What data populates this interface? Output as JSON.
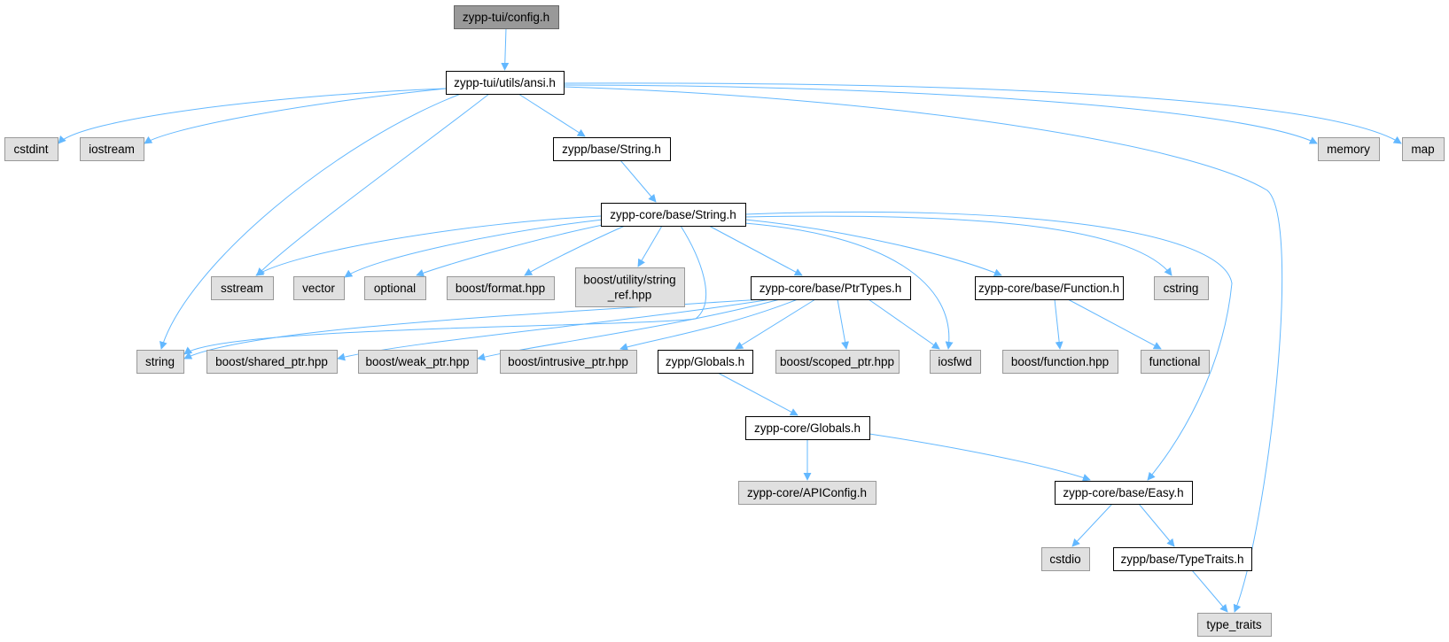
{
  "graph": {
    "colors": {
      "edge": "#63b8ff",
      "root_fill": "#999999",
      "root_border": "#666666",
      "node_fill": "#ffffff",
      "node_border": "#000000",
      "external_fill": "#e0e0e0",
      "external_border": "#999999"
    },
    "nodes": [
      {
        "id": "config",
        "kind": "root",
        "lines": [
          "zypp-tui/config.h"
        ]
      },
      {
        "id": "ansi",
        "kind": "node",
        "lines": [
          "zypp-tui/utils/ansi.h"
        ]
      },
      {
        "id": "cstdint",
        "kind": "external",
        "lines": [
          "cstdint"
        ]
      },
      {
        "id": "iostream",
        "kind": "external",
        "lines": [
          "iostream"
        ]
      },
      {
        "id": "zypp_string",
        "kind": "node",
        "lines": [
          "zypp/base/String.h"
        ]
      },
      {
        "id": "memory",
        "kind": "external",
        "lines": [
          "memory"
        ]
      },
      {
        "id": "map",
        "kind": "external",
        "lines": [
          "map"
        ]
      },
      {
        "id": "core_string",
        "kind": "node",
        "lines": [
          "zypp-core/base/String.h"
        ]
      },
      {
        "id": "sstream",
        "kind": "external",
        "lines": [
          "sstream"
        ]
      },
      {
        "id": "vector",
        "kind": "external",
        "lines": [
          "vector"
        ]
      },
      {
        "id": "optional",
        "kind": "external",
        "lines": [
          "optional"
        ]
      },
      {
        "id": "boost_format",
        "kind": "external",
        "lines": [
          "boost/format.hpp"
        ]
      },
      {
        "id": "boost_string_ref",
        "kind": "external",
        "lines": [
          "boost/utility/string",
          "_ref.hpp"
        ]
      },
      {
        "id": "ptrtypes",
        "kind": "node",
        "lines": [
          "zypp-core/base/PtrTypes.h"
        ]
      },
      {
        "id": "function",
        "kind": "node",
        "lines": [
          "zypp-core/base/Function.h"
        ]
      },
      {
        "id": "cstring",
        "kind": "external",
        "lines": [
          "cstring"
        ]
      },
      {
        "id": "string",
        "kind": "external",
        "lines": [
          "string"
        ]
      },
      {
        "id": "boost_shared",
        "kind": "external",
        "lines": [
          "boost/shared_ptr.hpp"
        ]
      },
      {
        "id": "boost_weak",
        "kind": "external",
        "lines": [
          "boost/weak_ptr.hpp"
        ]
      },
      {
        "id": "boost_intrusive",
        "kind": "external",
        "lines": [
          "boost/intrusive_ptr.hpp"
        ]
      },
      {
        "id": "zypp_globals",
        "kind": "node",
        "lines": [
          "zypp/Globals.h"
        ]
      },
      {
        "id": "boost_scoped",
        "kind": "external",
        "lines": [
          "boost/scoped_ptr.hpp"
        ]
      },
      {
        "id": "iosfwd",
        "kind": "external",
        "lines": [
          "iosfwd"
        ]
      },
      {
        "id": "boost_function",
        "kind": "external",
        "lines": [
          "boost/function.hpp"
        ]
      },
      {
        "id": "functional",
        "kind": "external",
        "lines": [
          "functional"
        ]
      },
      {
        "id": "core_globals",
        "kind": "node",
        "lines": [
          "zypp-core/Globals.h"
        ]
      },
      {
        "id": "apiconfig",
        "kind": "external",
        "lines": [
          "zypp-core/APIConfig.h"
        ]
      },
      {
        "id": "easy",
        "kind": "node",
        "lines": [
          "zypp-core/base/Easy.h"
        ]
      },
      {
        "id": "cstdio",
        "kind": "external",
        "lines": [
          "cstdio"
        ]
      },
      {
        "id": "typetraits",
        "kind": "node",
        "lines": [
          "zypp/base/TypeTraits.h"
        ]
      },
      {
        "id": "type_traits",
        "kind": "external",
        "lines": [
          "type_traits"
        ]
      }
    ],
    "edges": [
      {
        "from": "config",
        "to": "ansi"
      },
      {
        "from": "ansi",
        "to": "cstdint"
      },
      {
        "from": "ansi",
        "to": "iostream"
      },
      {
        "from": "ansi",
        "to": "string"
      },
      {
        "from": "ansi",
        "to": "sstream"
      },
      {
        "from": "ansi",
        "to": "zypp_string"
      },
      {
        "from": "ansi",
        "to": "memory"
      },
      {
        "from": "ansi",
        "to": "map"
      },
      {
        "from": "ansi",
        "to": "type_traits"
      },
      {
        "from": "zypp_string",
        "to": "core_string"
      },
      {
        "from": "core_string",
        "to": "sstream"
      },
      {
        "from": "core_string",
        "to": "vector"
      },
      {
        "from": "core_string",
        "to": "optional"
      },
      {
        "from": "core_string",
        "to": "boost_format"
      },
      {
        "from": "core_string",
        "to": "boost_string_ref"
      },
      {
        "from": "core_string",
        "to": "string"
      },
      {
        "from": "core_string",
        "to": "ptrtypes"
      },
      {
        "from": "core_string",
        "to": "iosfwd"
      },
      {
        "from": "core_string",
        "to": "function"
      },
      {
        "from": "core_string",
        "to": "cstring"
      },
      {
        "from": "core_string",
        "to": "easy"
      },
      {
        "from": "ptrtypes",
        "to": "string"
      },
      {
        "from": "ptrtypes",
        "to": "boost_shared"
      },
      {
        "from": "ptrtypes",
        "to": "boost_weak"
      },
      {
        "from": "ptrtypes",
        "to": "boost_intrusive"
      },
      {
        "from": "ptrtypes",
        "to": "zypp_globals"
      },
      {
        "from": "ptrtypes",
        "to": "boost_scoped"
      },
      {
        "from": "ptrtypes",
        "to": "iosfwd"
      },
      {
        "from": "function",
        "to": "boost_function"
      },
      {
        "from": "function",
        "to": "functional"
      },
      {
        "from": "zypp_globals",
        "to": "core_globals"
      },
      {
        "from": "core_globals",
        "to": "apiconfig"
      },
      {
        "from": "core_globals",
        "to": "easy"
      },
      {
        "from": "easy",
        "to": "cstdio"
      },
      {
        "from": "easy",
        "to": "typetraits"
      },
      {
        "from": "typetraits",
        "to": "type_traits"
      }
    ]
  }
}
